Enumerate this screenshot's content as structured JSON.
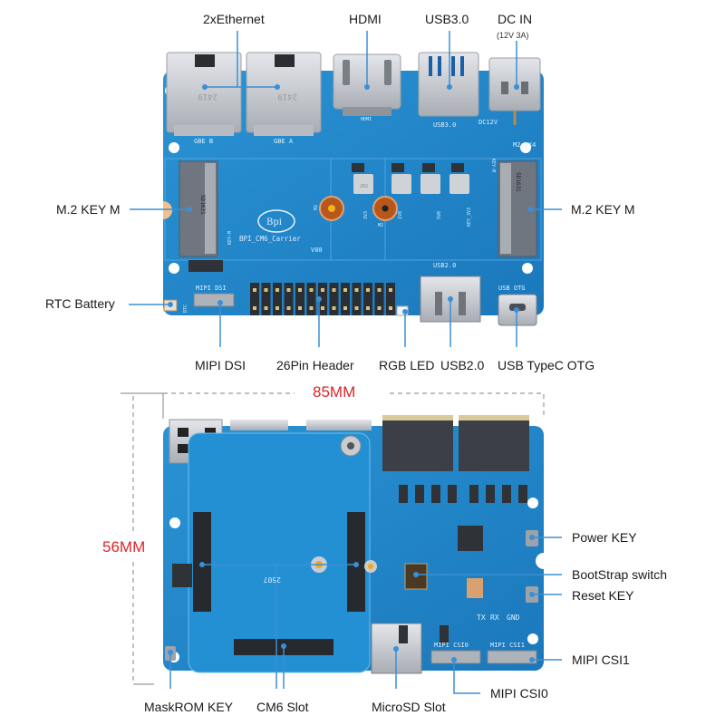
{
  "top_view": {
    "callouts": {
      "ethernet": "2xEthernet",
      "hdmi": "HDMI",
      "usb3": "USB3.0",
      "dc_in": "DC IN",
      "dc_in_spec": "(12V 3A)",
      "m2_left": "M.2 KEY M",
      "m2_right": "M.2 KEY M",
      "rtc_battery": "RTC Battery",
      "mipi_dsi": "MIPI DSI",
      "pin_header": "26Pin Header",
      "rgb_led": "RGB LED",
      "usb2": "USB2.0",
      "usb_typec_otg": "USB TypeC OTG"
    },
    "silkscreen": {
      "gbe_b": "GBE B",
      "gbe_a": "GBE A",
      "rj45_code_1": "2419",
      "rj45_code_2": "2419",
      "hdmi": "HDMI",
      "usb3": "USB3.0",
      "dc12v": "DC12V",
      "m2_screw": "M2.5X4",
      "logo": "Bpi",
      "board_name": "BPI_CM6_Carrier",
      "version": "V00",
      "ssd_left": "SD1631",
      "ssd_right": "SD1631",
      "key_m_left": "KEY-M",
      "key_m_right": "KEY-M",
      "rail_3v3": "3V3",
      "rail_1v8": "1V8",
      "rail_5v0": "5V0",
      "rail_key3v3": "KEY_3V3",
      "m2_hole_1": "M2",
      "m2_hole_2": "M2",
      "usb2": "USB2.0",
      "mipi_dsi": "MIPI DSI",
      "usb_otg": "USB OTG",
      "rtc": "RTC",
      "inductor": "2R2"
    }
  },
  "bottom_view": {
    "dimension_width": "85MM",
    "dimension_height": "56MM",
    "callouts": {
      "power_key": "Power KEY",
      "bootstrap_switch": "BootStrap switch",
      "reset_key": "Reset KEY",
      "mipi_csi1": "MIPI CSI1",
      "mipi_csi0": "MIPI CSI0",
      "maskrom_key": "MaskROM KEY",
      "cm6_slot": "CM6 Slot",
      "microsd_slot": "MicroSD Slot"
    },
    "silkscreen": {
      "tx": "TX",
      "rx": "RX",
      "gnd": "GND",
      "csi0": "MIPI CSI0",
      "csi1": "MIPI CSI1",
      "date_code": "2507"
    }
  },
  "colors": {
    "pcb": "#1f86c8",
    "pcb_dark": "#176ea8",
    "callout_line": "#3a8fd6",
    "dimension_text": "#d9262b",
    "metal": "#c9ccd1",
    "connector_dark": "#3c3f45"
  }
}
